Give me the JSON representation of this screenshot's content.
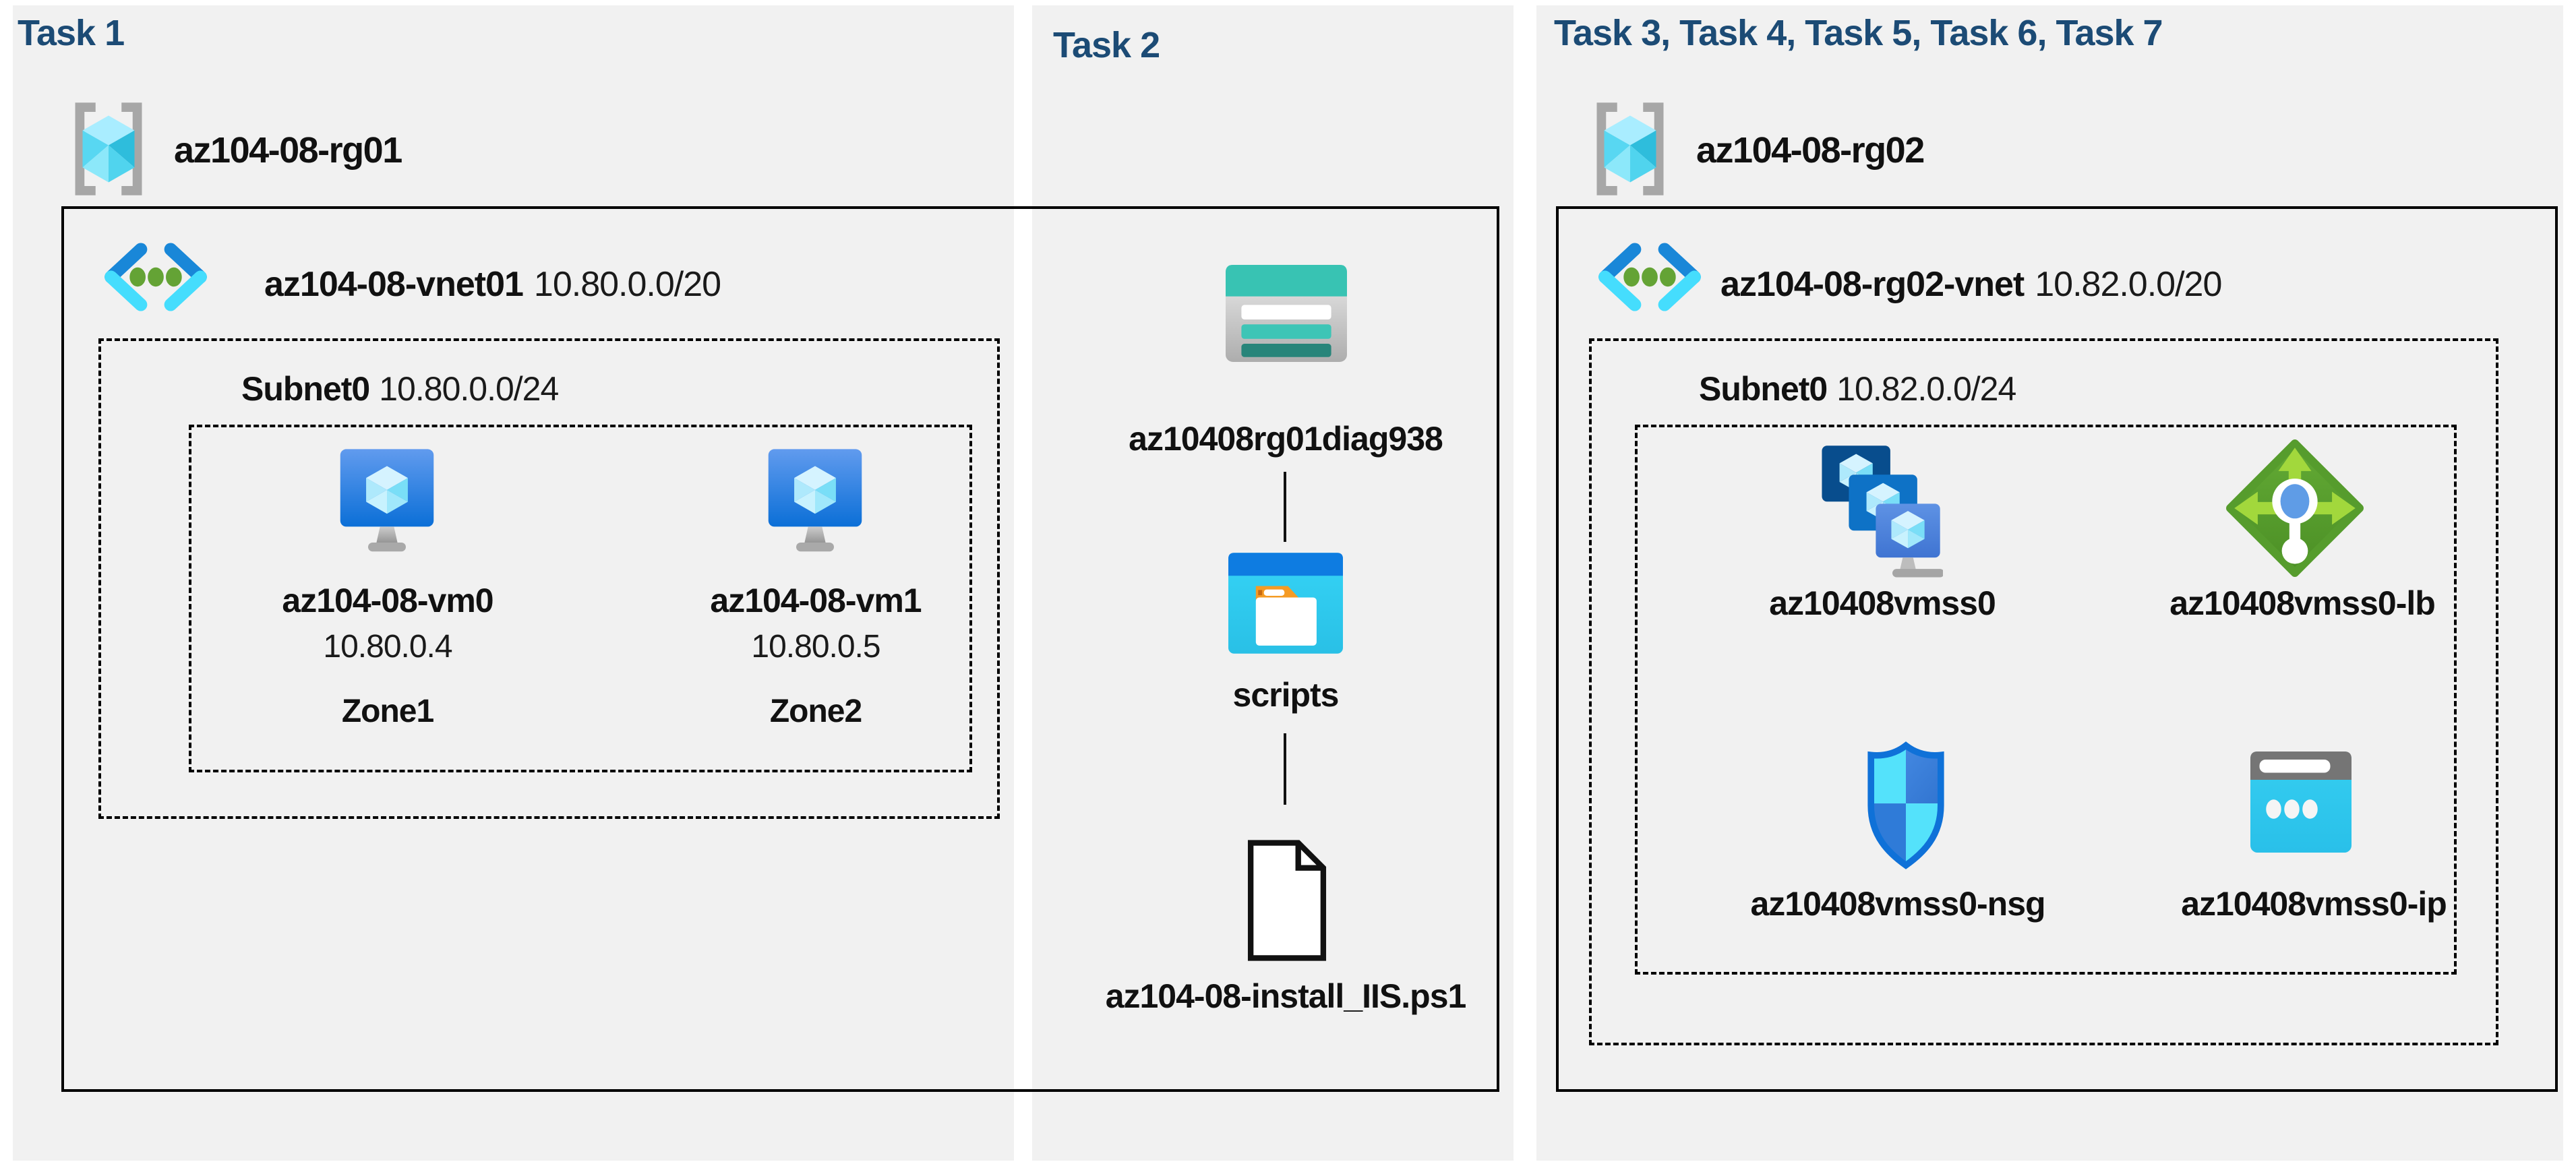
{
  "colors": {
    "panel_background": "#f1f1f1",
    "header_text": "#1c4b75",
    "box_border": "#000000",
    "storage_teal": "#38c3b3",
    "container_blue": "#0e7ce1",
    "vm_blue": "#0b6fd7",
    "lb_green": "#569c2d",
    "nsg_blue": "#0f71d8",
    "ip_cyan": "#36cef1"
  },
  "task1": {
    "title": "Task 1",
    "resource_group": "az104-08-rg01",
    "vnet_name": "az104-08-vnet01",
    "vnet_cidr": "10.80.0.0/20",
    "subnet_name": "Subnet0",
    "subnet_cidr": "10.80.0.0/24",
    "vms": [
      {
        "name": "az104-08-vm0",
        "ip": "10.80.0.4",
        "zone": "Zone1"
      },
      {
        "name": "az104-08-vm1",
        "ip": "10.80.0.5",
        "zone": "Zone2"
      }
    ]
  },
  "task2": {
    "title": "Task 2",
    "storage_account": "az10408rg01diag938",
    "container": "scripts",
    "file": "az104-08-install_IIS.ps1"
  },
  "task3": {
    "title": "Task 3, Task 4, Task 5, Task 6, Task 7",
    "resource_group": "az104-08-rg02",
    "vnet_name": "az104-08-rg02-vnet",
    "vnet_cidr": "10.82.0.0/20",
    "subnet_name": "Subnet0",
    "subnet_cidr": "10.82.0.0/24",
    "resources": [
      {
        "name": "az10408vmss0",
        "icon": "vm-scale-set-icon"
      },
      {
        "name": "az10408vmss0-lb",
        "icon": "load-balancer-icon"
      },
      {
        "name": "az10408vmss0-nsg",
        "icon": "network-security-group-icon"
      },
      {
        "name": "az10408vmss0-ip",
        "icon": "public-ip-icon"
      }
    ]
  },
  "icons": {
    "resource_group": "resource-group-icon",
    "virtual_network": "virtual-network-icon",
    "virtual_machine": "virtual-machine-icon",
    "storage_account": "storage-account-icon",
    "blob_container": "folder-container-icon",
    "script_file": "file-icon",
    "vm_scale_set": "vm-scale-set-icon",
    "load_balancer": "load-balancer-icon",
    "network_security_group": "network-security-group-icon",
    "public_ip": "public-ip-icon"
  }
}
